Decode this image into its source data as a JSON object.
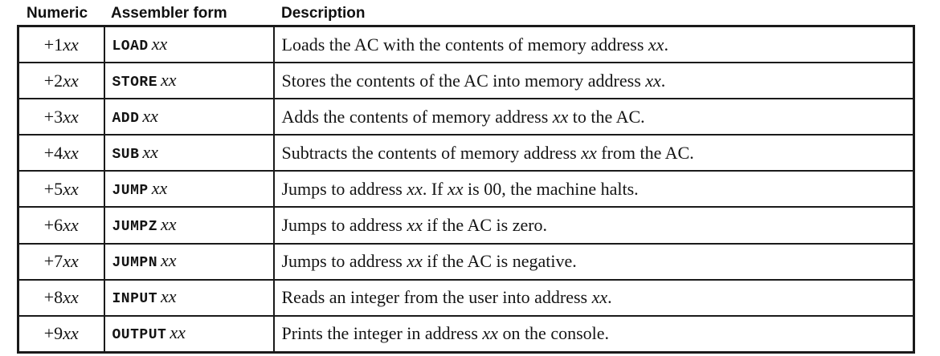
{
  "header": {
    "columns": [
      "Numeric",
      "Assembler form",
      "Description"
    ]
  },
  "colors": {
    "background": "#ffffff",
    "text": "#141414",
    "border": "#1a1a1a"
  },
  "instruction_table": {
    "rows": [
      {
        "numeric": {
          "prefix": "+1",
          "operand": "xx"
        },
        "assembler": {
          "mnemonic": "LOAD",
          "operand": "xx"
        },
        "description": [
          {
            "text": "Loads the AC with the contents of memory address ",
            "italic": false
          },
          {
            "text": "xx",
            "italic": true
          },
          {
            "text": ".",
            "italic": false
          }
        ]
      },
      {
        "numeric": {
          "prefix": "+2",
          "operand": "xx"
        },
        "assembler": {
          "mnemonic": "STORE",
          "operand": "xx"
        },
        "description": [
          {
            "text": "Stores the contents of the AC into memory address ",
            "italic": false
          },
          {
            "text": "xx",
            "italic": true
          },
          {
            "text": ".",
            "italic": false
          }
        ]
      },
      {
        "numeric": {
          "prefix": "+3",
          "operand": "xx"
        },
        "assembler": {
          "mnemonic": "ADD",
          "operand": "xx"
        },
        "description": [
          {
            "text": "Adds the contents of memory address ",
            "italic": false
          },
          {
            "text": "xx",
            "italic": true
          },
          {
            "text": " to the AC.",
            "italic": false
          }
        ]
      },
      {
        "numeric": {
          "prefix": "+4",
          "operand": "xx"
        },
        "assembler": {
          "mnemonic": "SUB",
          "operand": "xx"
        },
        "description": [
          {
            "text": "Subtracts the contents of memory address ",
            "italic": false
          },
          {
            "text": "xx",
            "italic": true
          },
          {
            "text": " from the AC.",
            "italic": false
          }
        ]
      },
      {
        "numeric": {
          "prefix": "+5",
          "operand": "xx"
        },
        "assembler": {
          "mnemonic": "JUMP",
          "operand": "xx"
        },
        "description": [
          {
            "text": "Jumps to address ",
            "italic": false
          },
          {
            "text": "xx",
            "italic": true
          },
          {
            "text": ". If ",
            "italic": false
          },
          {
            "text": "xx",
            "italic": true
          },
          {
            "text": " is 00, the machine halts.",
            "italic": false
          }
        ]
      },
      {
        "numeric": {
          "prefix": "+6",
          "operand": "xx"
        },
        "assembler": {
          "mnemonic": "JUMPZ",
          "operand": "xx"
        },
        "description": [
          {
            "text": "Jumps to address ",
            "italic": false
          },
          {
            "text": "xx",
            "italic": true
          },
          {
            "text": " if the AC is zero.",
            "italic": false
          }
        ]
      },
      {
        "numeric": {
          "prefix": "+7",
          "operand": "xx"
        },
        "assembler": {
          "mnemonic": "JUMPN",
          "operand": "xx"
        },
        "description": [
          {
            "text": "Jumps to address ",
            "italic": false
          },
          {
            "text": "xx",
            "italic": true
          },
          {
            "text": " if the AC is negative.",
            "italic": false
          }
        ]
      },
      {
        "numeric": {
          "prefix": "+8",
          "operand": "xx"
        },
        "assembler": {
          "mnemonic": "INPUT",
          "operand": "xx"
        },
        "description": [
          {
            "text": "Reads an integer from the user into address ",
            "italic": false
          },
          {
            "text": "xx",
            "italic": true
          },
          {
            "text": ".",
            "italic": false
          }
        ]
      },
      {
        "numeric": {
          "prefix": "+9",
          "operand": "xx"
        },
        "assembler": {
          "mnemonic": "OUTPUT",
          "operand": "xx"
        },
        "description": [
          {
            "text": "Prints the integer in address ",
            "italic": false
          },
          {
            "text": "xx",
            "italic": true
          },
          {
            "text": " on the console.",
            "italic": false
          }
        ]
      }
    ]
  }
}
